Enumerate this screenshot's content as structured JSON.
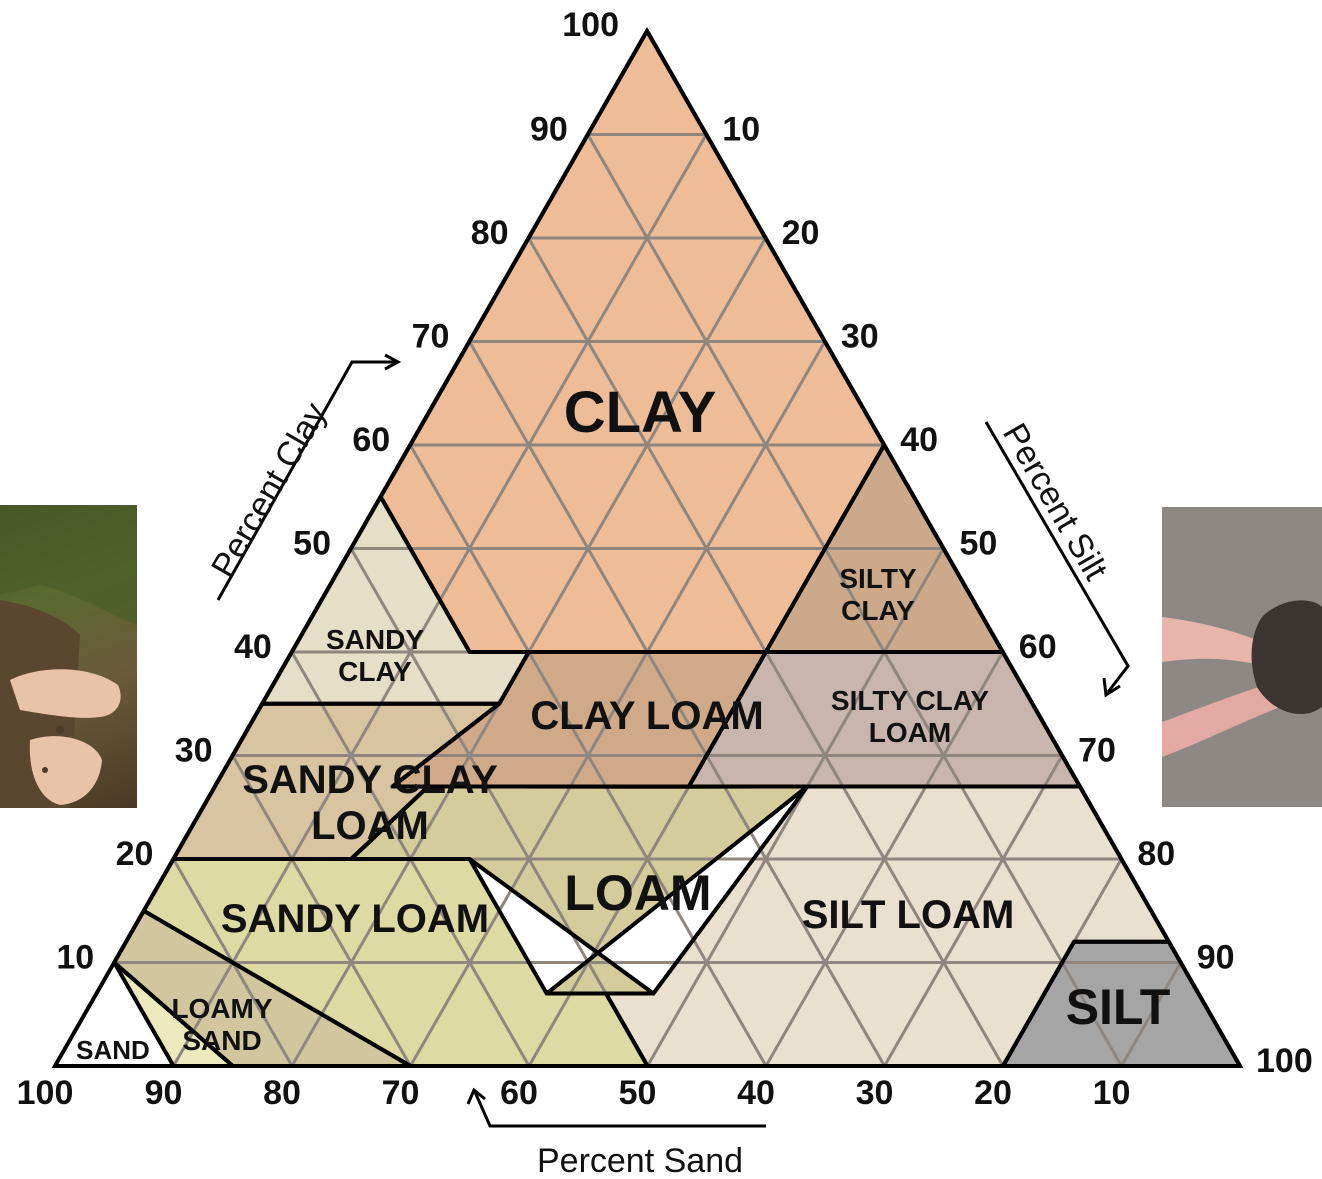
{
  "axes": {
    "clay": {
      "title": "Percent Clay",
      "ticks": [
        "10",
        "20",
        "30",
        "40",
        "50",
        "60",
        "70",
        "80",
        "90",
        "100"
      ]
    },
    "silt": {
      "title": "Percent Silt",
      "ticks": [
        "10",
        "20",
        "30",
        "40",
        "50",
        "60",
        "70",
        "80",
        "90",
        "100"
      ]
    },
    "sand": {
      "title": "Percent Sand",
      "ticks": [
        "100",
        "90",
        "80",
        "70",
        "60",
        "50",
        "40",
        "30",
        "20",
        "10"
      ]
    }
  },
  "regions": {
    "clay": "CLAY",
    "silty_clay": [
      "SILTY",
      "CLAY"
    ],
    "sandy_clay": [
      "SANDY",
      "CLAY"
    ],
    "clay_loam": "CLAY LOAM",
    "silty_clay_loam": [
      "SILTY CLAY",
      "LOAM"
    ],
    "sandy_clay_loam": [
      "SANDY CLAY",
      "LOAM"
    ],
    "loam": "LOAM",
    "sandy_loam": "SANDY LOAM",
    "silt_loam": "SILT LOAM",
    "loamy_sand": [
      "LOAMY",
      "SAND"
    ],
    "sand": "SAND",
    "silt": "SILT"
  },
  "colors": {
    "clay": "#efbc98",
    "silty_clay": "#cba98a",
    "sandy_clay": "#e5dfc8",
    "clay_loam": "#cfa988",
    "silty_clay_loam": "#c8b5ad",
    "sandy_clay_loam": "#d8c4a0",
    "loam": "#d4cc9a",
    "sandy_loam": "#dedaa4",
    "silt_loam": "#e9e0d0",
    "loamy_sand": "#d2c69f",
    "sand": "#ece9bd",
    "silt": "#a5a5a5",
    "grid": "#8f877f",
    "border": "#000000"
  },
  "images": {
    "left": "clay-soil-hand-photo",
    "right": "silt-soil-hands-photo"
  }
}
